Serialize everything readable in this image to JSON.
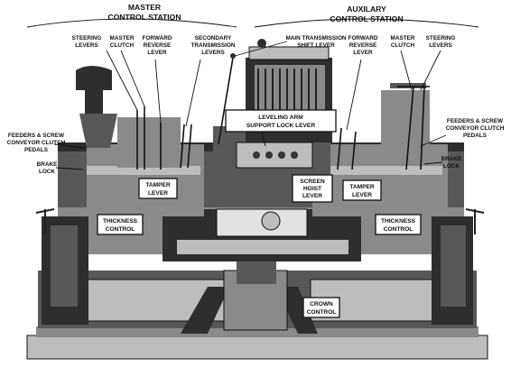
{
  "headers": {
    "master": [
      "MASTER",
      "CONTROL STATION"
    ],
    "auxiliary": [
      "AUXILARY",
      "CONTROL STATION"
    ]
  },
  "callouts": {
    "steering_levers_left": [
      "STEERING",
      "LEVERS"
    ],
    "master_clutch_left": [
      "MASTER",
      "CLUTCH"
    ],
    "forward_reverse_left": [
      "FORWARD",
      "REVERSE",
      "LEVER"
    ],
    "secondary_transmission": [
      "SECONDARY",
      "TRANSMISSION",
      "LEVERS"
    ],
    "main_transmission": [
      "MAIN TRANSMISSION",
      "SHIFT LEVER"
    ],
    "forward_reverse_right": [
      "FORWARD",
      "REVERSE",
      "LEVER"
    ],
    "master_clutch_right": [
      "MASTER",
      "CLUTCH"
    ],
    "steering_levers_right": [
      "STEERING",
      "LEVERS"
    ],
    "feeders_left": [
      "FEEDERS & SCREW",
      "CONVEYOR CLUTCH",
      "PEDALS"
    ],
    "feeders_right": [
      "FEEDERS & SCREW",
      "CONVEYOR CLUTCH",
      "PEDALS"
    ],
    "brake_lock_left": [
      "BRAKE",
      "LOCK"
    ],
    "brake_lock_right": [
      "BRAKE",
      "LOCK"
    ]
  },
  "boxes": {
    "leveling_arm": [
      "LEVELING ARM",
      "SUPPORT LOCK LEVER"
    ],
    "tamper_left": [
      "TAMPER",
      "LEVER"
    ],
    "screen_hoist": [
      "SCREEN",
      "HOIST",
      "LEVER"
    ],
    "tamper_right": [
      "TAMPER",
      "LEVER"
    ],
    "thickness_left": [
      "THICKNESS",
      "CONTROL"
    ],
    "thickness_right": [
      "THICKNESS",
      "CONTROL"
    ],
    "crown_control": [
      "CROWN",
      "CONTROL"
    ]
  }
}
